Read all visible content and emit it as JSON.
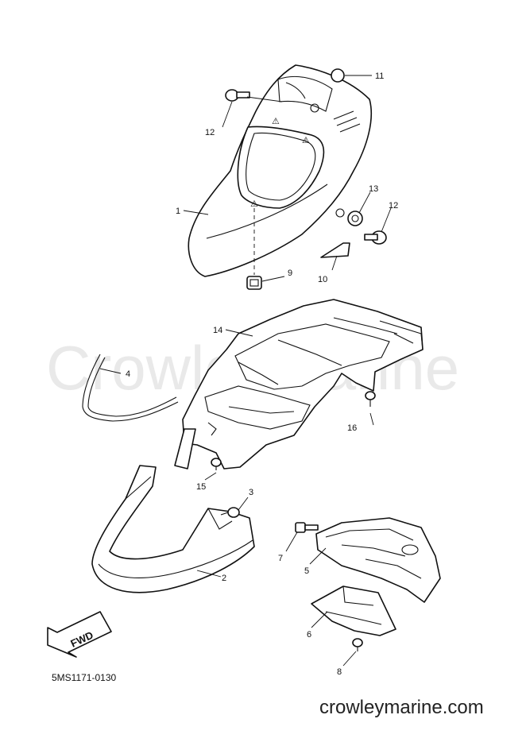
{
  "watermark_text": "CrowleyMarine",
  "diagram_code": "5MS1171-0130",
  "site_footer": "crowleymarine.com",
  "fwd_label": "FWD",
  "callouts": {
    "c1": "1",
    "c2": "2",
    "c3": "3",
    "c4": "4",
    "c5": "5",
    "c6": "6",
    "c7": "7",
    "c8": "8",
    "c9": "9",
    "c10": "10",
    "c11": "11",
    "c12a": "12",
    "c12b": "12",
    "c13": "13",
    "c14": "14",
    "c15": "15",
    "c16": "16"
  }
}
